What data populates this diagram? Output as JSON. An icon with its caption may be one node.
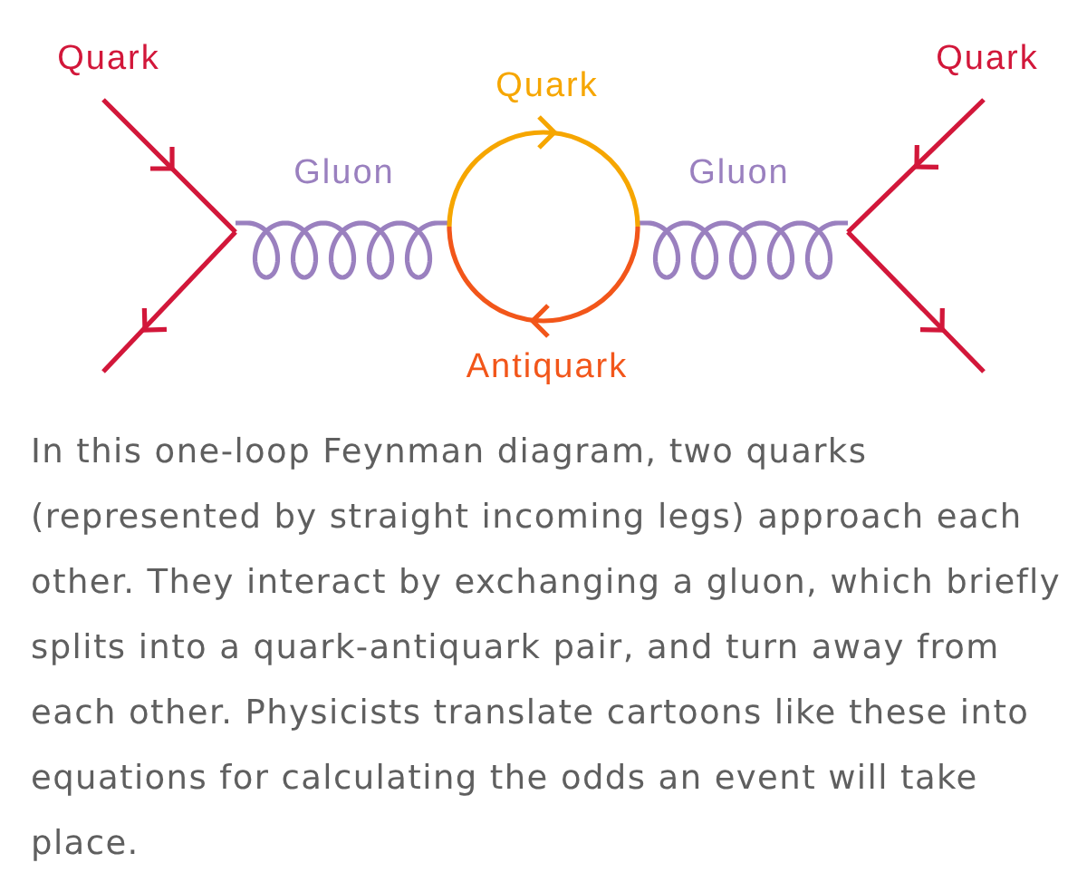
{
  "diagram": {
    "caption": "In this one-loop Feynman diagram, two quarks (represented by straight incoming legs) approach each other. They interact by exchanging a gluon, which briefly splits into a quark-antiquark pair, and turn away from each other. Physicists translate cartoons like these into equations for calculating the odds an event will take place.",
    "labels": [
      "Quark",
      "Quark",
      "Quark",
      "Gluon",
      "Gluon",
      "Antiquark"
    ]
  }
}
